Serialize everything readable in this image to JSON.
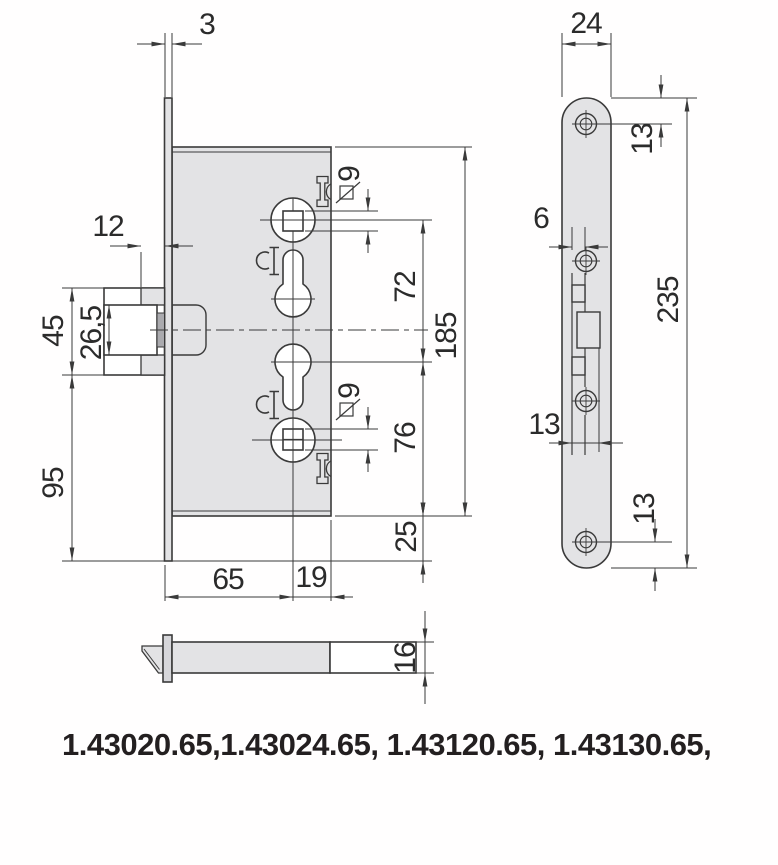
{
  "drawing": {
    "type": "technical-dimension-drawing",
    "subject": "mortise door lock, front view, faceplate side view and bottom view",
    "colors": {
      "part_fill": "#e3e3e5",
      "line": "#3a3a3a",
      "text": "#2b2b2b",
      "background": "#ffffff"
    }
  },
  "dims": {
    "plate_thickness": "3",
    "latch_protrusion": "12",
    "latch_height": "45",
    "latch_inner": "26,5",
    "bottom_margin": "95",
    "square_top": "9",
    "square_bottom": "9",
    "handle_to_cylinder": "72",
    "body_height": "185",
    "cylinder_to_bottom": "76",
    "body_to_plate_end": "25",
    "backset": "65",
    "center_to_edge": "19",
    "body_thickness": "16",
    "plate_width": "24",
    "plate_top_to_screw": "13",
    "slot_width": "6",
    "latch_side_width": "13",
    "screw_to_plate_end": "13",
    "plate_height": "235"
  },
  "icons": {
    "square_section_symbol": "square-section-icon",
    "screw_hole": "screw-hole-icon"
  },
  "footer": {
    "models": "1.43020.65,1.43024.65, 1.43120.65, 1.43130.65,"
  }
}
